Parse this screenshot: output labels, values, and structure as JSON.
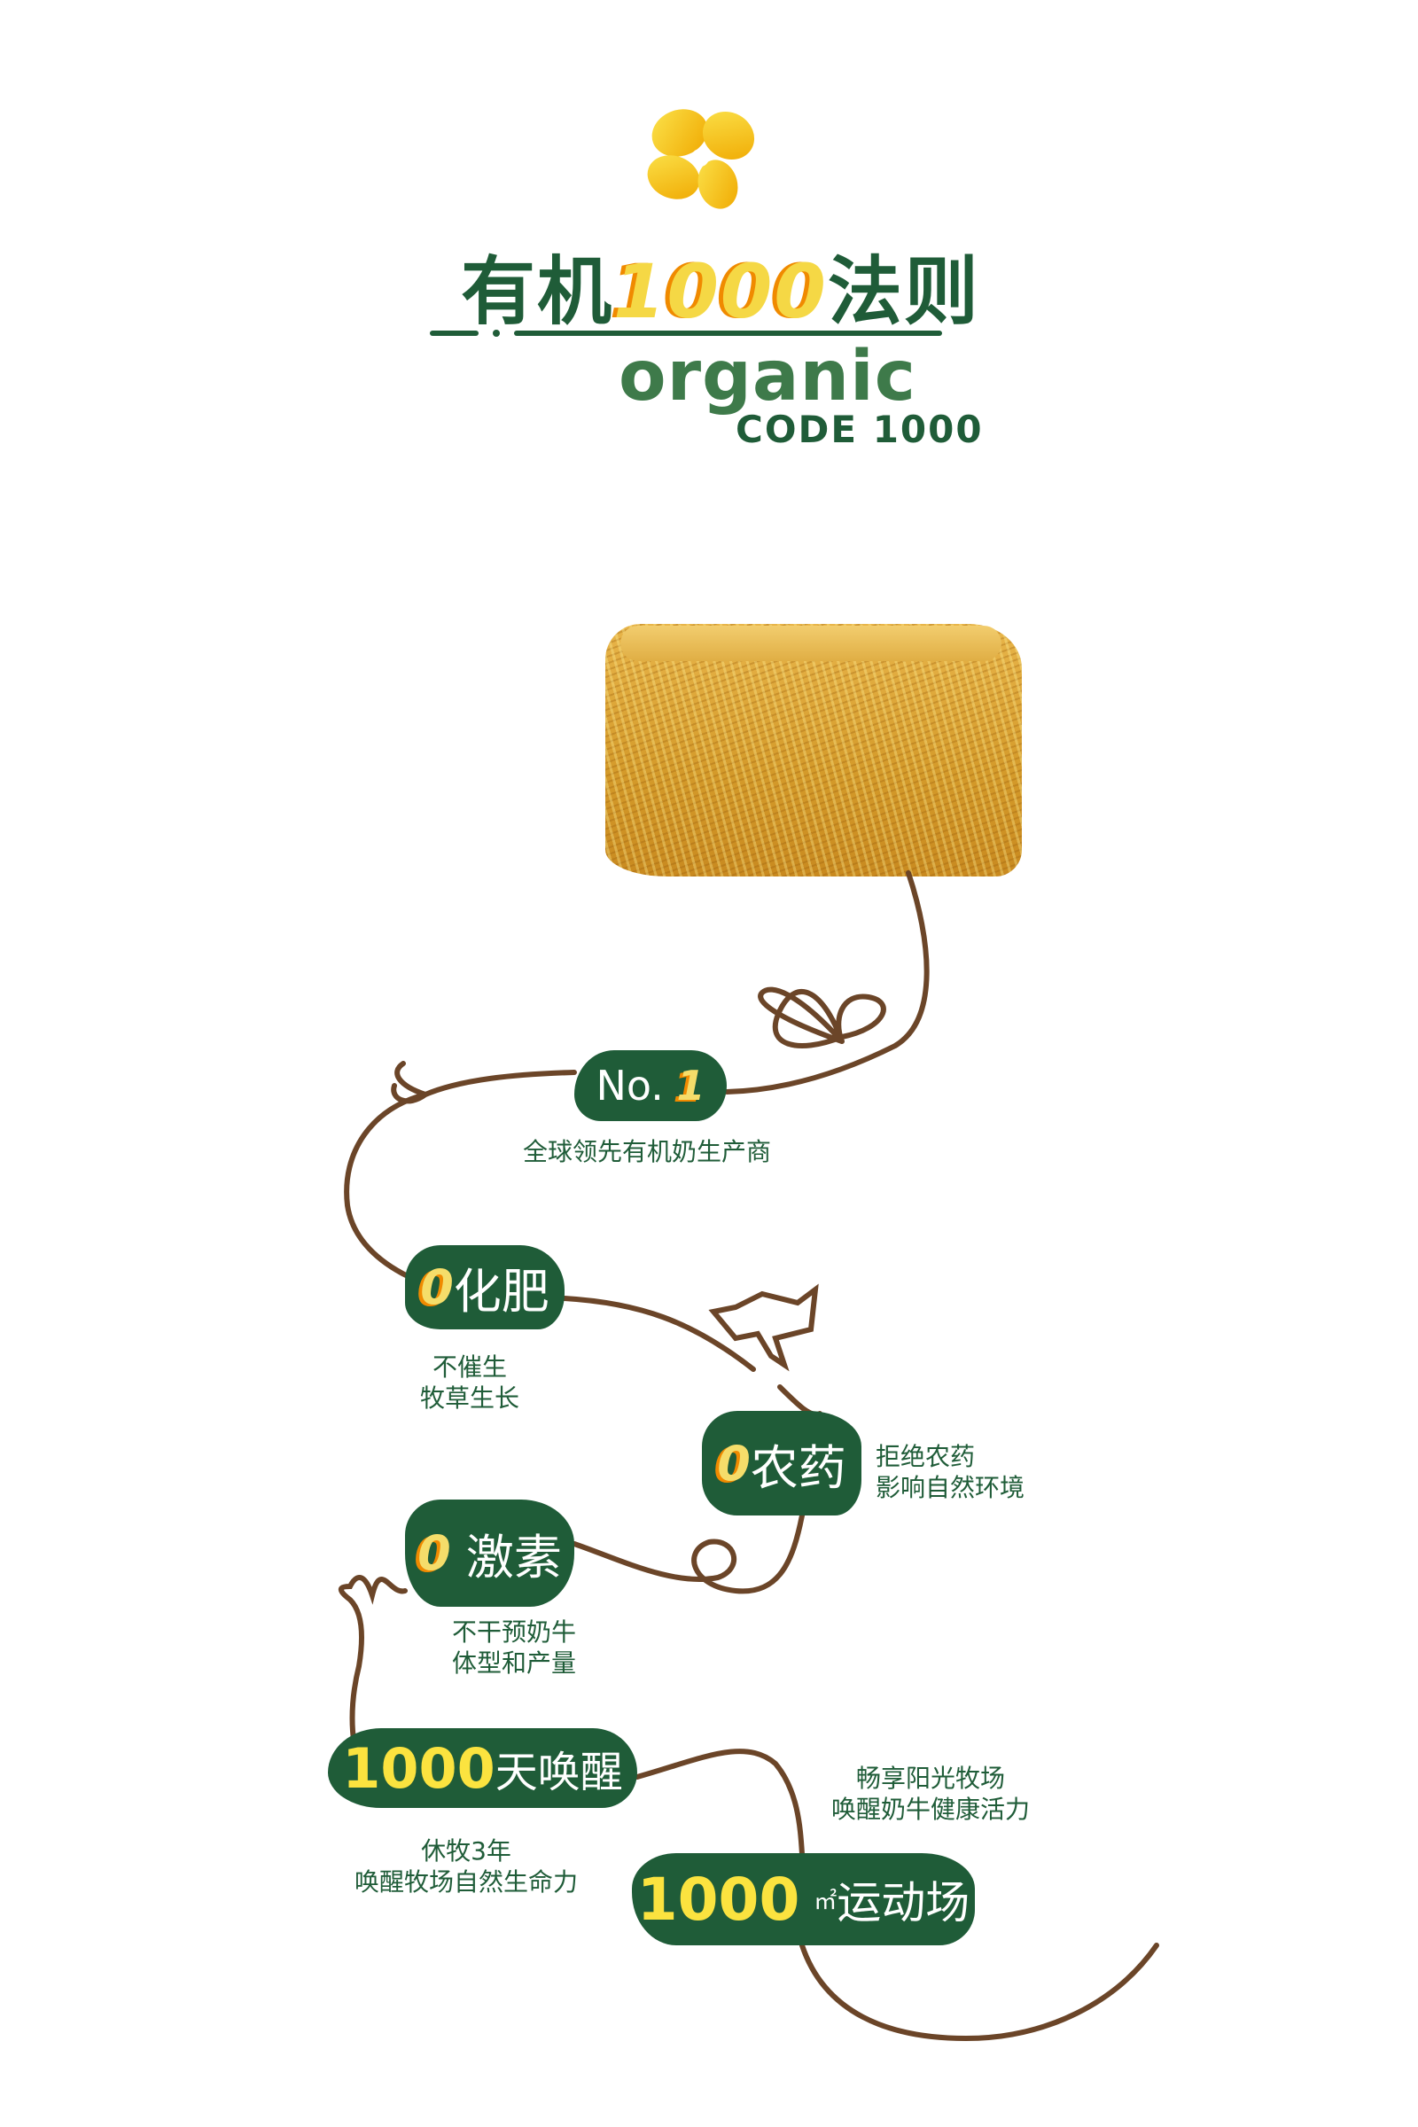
{
  "header": {
    "title_prefix": "有机",
    "title_number": "1000",
    "title_suffix": "法则",
    "brand_word": "organic",
    "brand_code": "CODE 1000"
  },
  "colors": {
    "green": "#1f5c38",
    "rope": "#6b4528",
    "yellow": "#f5dd6a",
    "orange": "#f08a00"
  },
  "milestones": [
    {
      "label_prefix": "No.",
      "label_number": "1",
      "description": [
        "全球领先有机奶生产商"
      ]
    },
    {
      "label_number": "0",
      "label_text": "化肥",
      "description": [
        "不催生",
        "牧草生长"
      ]
    },
    {
      "label_number": "0",
      "label_text": "农药",
      "description": [
        "拒绝农药",
        "影响自然环境"
      ]
    },
    {
      "label_number": "0",
      "label_text": "激素",
      "description": [
        "不干预奶牛",
        "体型和产量"
      ]
    },
    {
      "label_number": "1000",
      "label_text": "天唤醒",
      "description": [
        "休牧3年",
        "唤醒牧场自然生命力"
      ]
    },
    {
      "label_number": "1000",
      "label_unit": "㎡",
      "label_text": "运动场",
      "description": [
        "畅享阳光牧场",
        "唤醒奶牛健康活力"
      ]
    }
  ]
}
